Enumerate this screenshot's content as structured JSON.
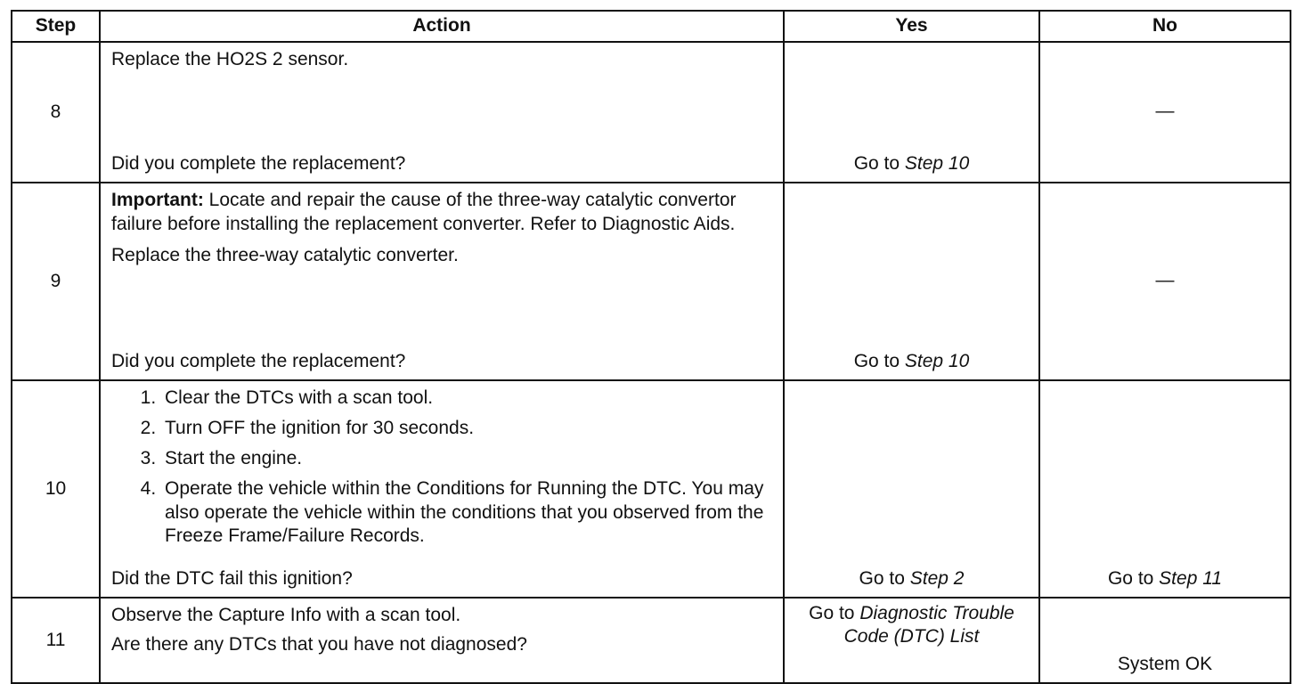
{
  "headers": {
    "step": "Step",
    "action": "Action",
    "yes": "Yes",
    "no": "No"
  },
  "rows": [
    {
      "step": "8",
      "action_lines": [
        "Replace the HO2S 2 sensor."
      ],
      "question": "Did you complete the replacement?",
      "yes_prefix": "Go to ",
      "yes_link": "Step 10",
      "no": "—"
    },
    {
      "step": "9",
      "important_label": "Important:",
      "important_text": " Locate and repair the cause of the three-way catalytic convertor failure before installing the replacement converter. Refer to Diagnostic Aids.",
      "action_lines": [
        "Replace the three-way catalytic converter."
      ],
      "question": "Did you complete the replacement?",
      "yes_prefix": "Go to ",
      "yes_link": "Step 10",
      "no": "—"
    },
    {
      "step": "10",
      "action_list": [
        "Clear the DTCs with a scan tool.",
        "Turn OFF the ignition for 30 seconds.",
        "Start the engine.",
        "Operate the vehicle within the Conditions for Running the DTC. You may also operate the vehicle within the conditions that you observed from the Freeze Frame/Failure Records."
      ],
      "question": "Did the DTC fail this ignition?",
      "yes_prefix": "Go to ",
      "yes_link": "Step 2",
      "no_prefix": "Go to ",
      "no_link": "Step 11"
    },
    {
      "step": "11",
      "action_lines": [
        "Observe the Capture Info with a scan tool."
      ],
      "question": "Are there any DTCs that you have not diagnosed?",
      "yes_prefix": "Go to ",
      "yes_link": "Diagnostic Trouble Code (DTC) List",
      "no": "System OK"
    }
  ]
}
